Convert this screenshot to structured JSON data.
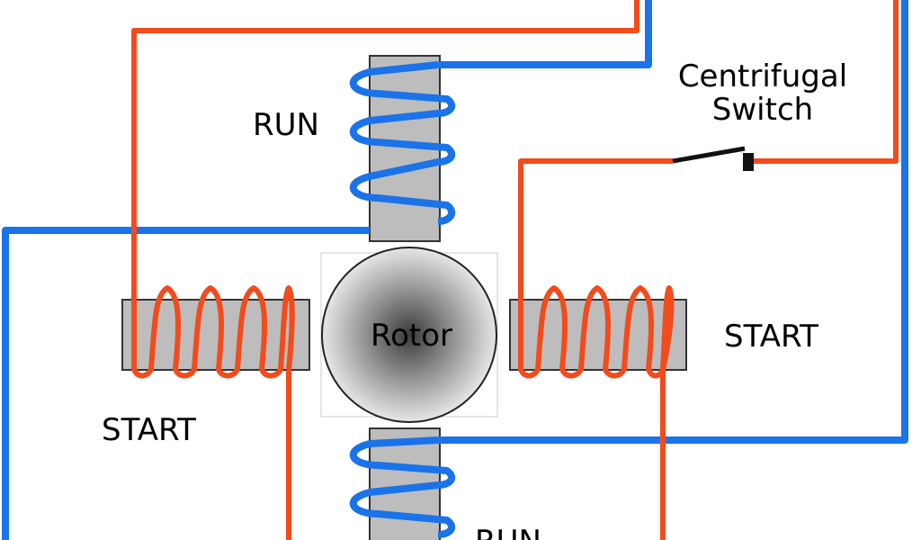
{
  "labels": {
    "run_top": "RUN",
    "start_left": "START",
    "start_right": "START",
    "run_bottom": "RUN",
    "switch_line1": "Centrifugal",
    "switch_line2": "Switch",
    "rotor": "Rotor"
  },
  "colors": {
    "run_wire": "#1a73e8",
    "start_wire": "#f24b1c",
    "pole_fill": "#bdbdbd",
    "pole_stroke": "#333333",
    "switch": "#111111"
  }
}
